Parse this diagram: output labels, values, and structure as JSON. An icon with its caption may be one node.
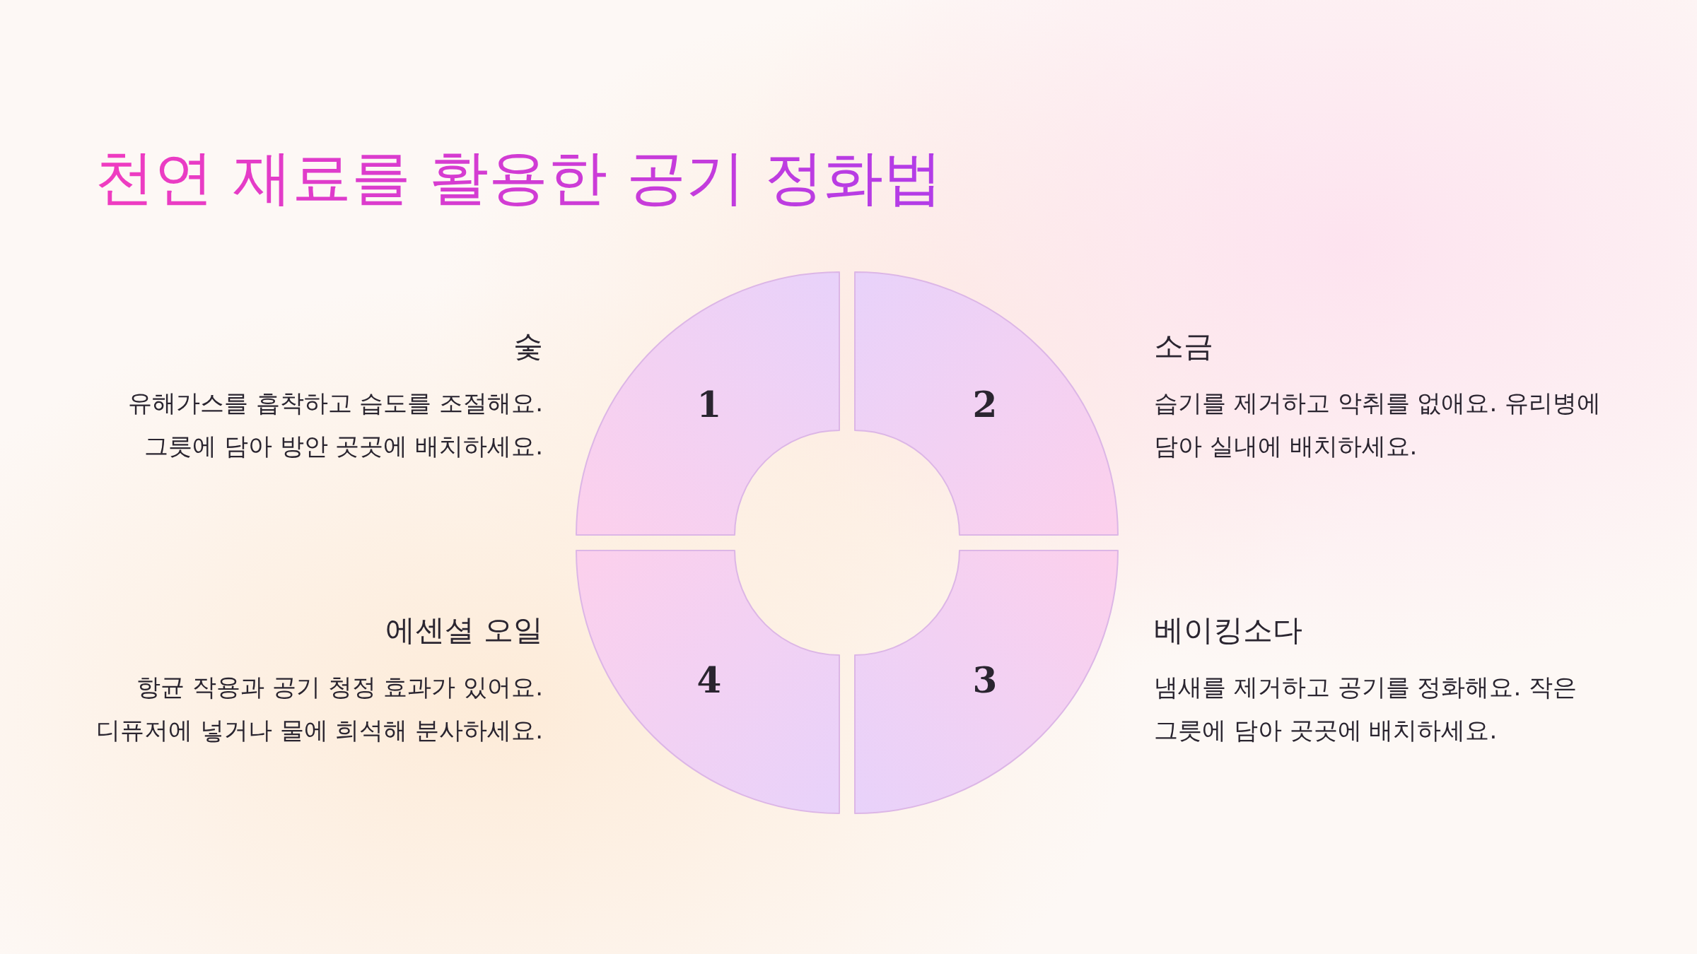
{
  "diagram": {
    "title": "천연 재료를 활용한 공기 정화법",
    "nodes": [
      {
        "text": [
          "1"
        ],
        "beside": [
          "숯",
          "유해가스를 흡착하고 습도를 조절해요. 그릇에 담아 방안 곳곳에 배치하세요."
        ]
      },
      {
        "text": [
          "2"
        ],
        "beside": [
          "소금",
          "습기를 제거하고 악취를 없애요. 유리병에 담아 실내에 배치하세요."
        ]
      },
      {
        "text": [
          "3"
        ],
        "beside": [
          "베이킹소다",
          "냄새를 제거하고 공기를 정화해요. 작은 그릇에 담아 곳곳에 배치하세요."
        ]
      },
      {
        "text": [
          "4"
        ],
        "beside": [
          "에센셜 오일",
          "항균 작용과 공기 청정 효과가 있어요. 디퓨저에 넣거나 물에 희석해 분사하세요."
        ]
      }
    ]
  }
}
